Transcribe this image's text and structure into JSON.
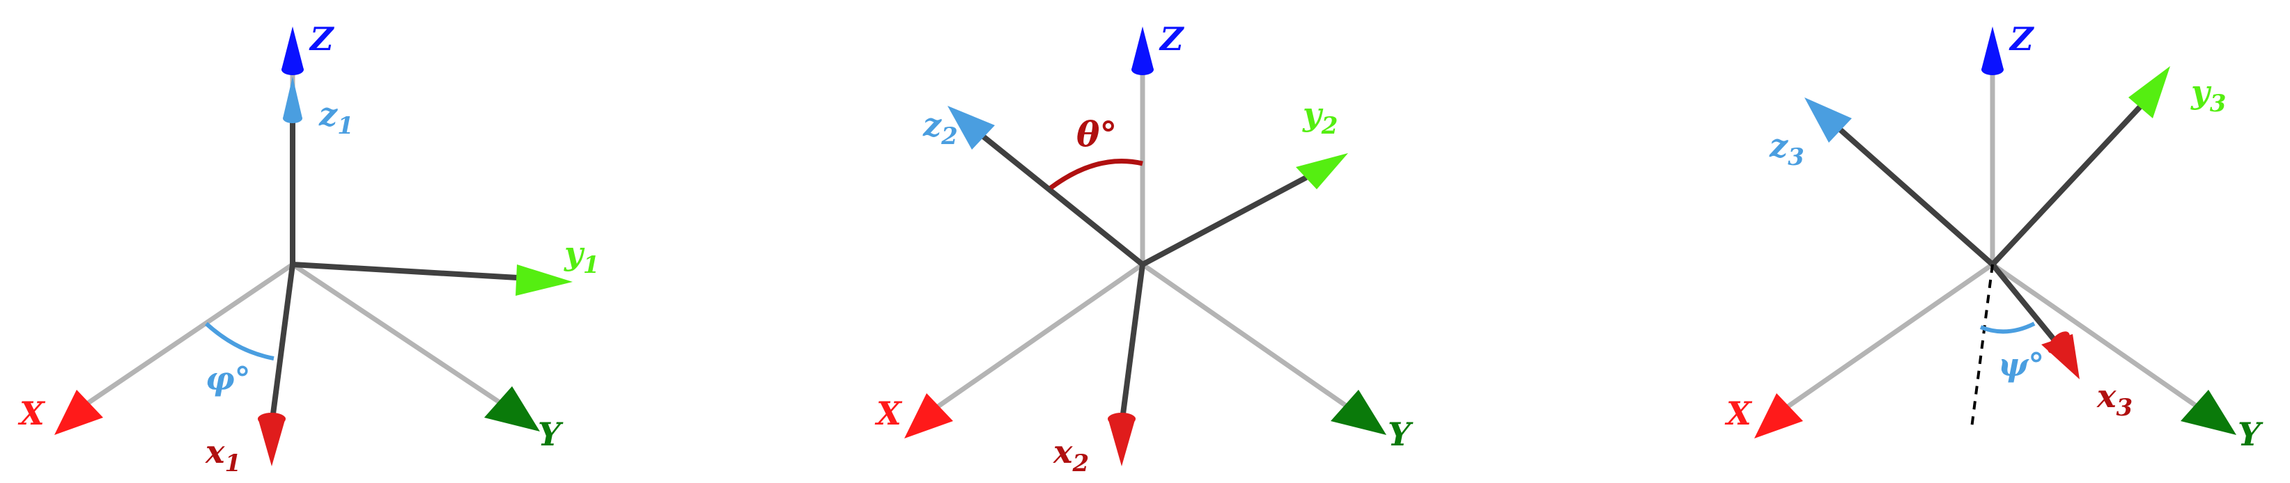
{
  "colors": {
    "base_axis": "#b4b4b4",
    "rotated_axis": "#404040",
    "X": "#ff1a1a",
    "Y": "#0a7a0a",
    "Z": "#0a12ff",
    "x_rot": "#b01010",
    "y_rot": "#55ee11",
    "z_rot": "#4a9ee0",
    "theta": "#b01010",
    "phi": "#4a9ee0",
    "psi": "#4a9ee0"
  },
  "panels": [
    {
      "id": "panel-1",
      "labels": {
        "Z": "Z",
        "X": "X",
        "Y": "Y",
        "z": {
          "base": "z",
          "sub": "1"
        },
        "y": {
          "base": "y",
          "sub": "1"
        },
        "x": {
          "base": "x",
          "sub": "1"
        }
      },
      "angle": "φ°"
    },
    {
      "id": "panel-2",
      "labels": {
        "Z": "Z",
        "X": "X",
        "Y": "Y",
        "z": {
          "base": "z",
          "sub": "2"
        },
        "y": {
          "base": "y",
          "sub": "2"
        },
        "x": {
          "base": "x",
          "sub": "2"
        }
      },
      "angle": "θ°"
    },
    {
      "id": "panel-3",
      "labels": {
        "Z": "Z",
        "X": "X",
        "Y": "Y",
        "z": {
          "base": "z",
          "sub": "3"
        },
        "y": {
          "base": "y",
          "sub": "3"
        },
        "x": {
          "base": "x",
          "sub": "3"
        }
      },
      "angle": "ψ°"
    }
  ]
}
